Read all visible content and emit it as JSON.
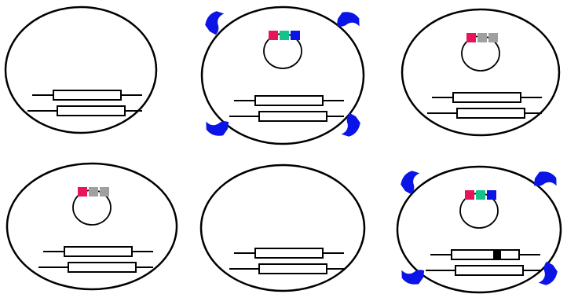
{
  "colors": {
    "outline": "#000000",
    "cell_fill": "#ffffff",
    "receptor": "#0a14e6",
    "marker_pink": "#e8145a",
    "marker_green": "#14c38c",
    "marker_blue": "#0a14e6",
    "marker_gray": "#a0a0a0",
    "mutation": "#000000"
  },
  "cells": [
    {
      "id": "top-left",
      "plasmid": null,
      "receptors": false,
      "chromosome_mutation": false
    },
    {
      "id": "top-middle",
      "plasmid": [
        "pink",
        "green",
        "blue"
      ],
      "receptors": true,
      "chromosome_mutation": false
    },
    {
      "id": "top-right",
      "plasmid": [
        "pink",
        "gray",
        "gray"
      ],
      "receptors": false,
      "chromosome_mutation": false
    },
    {
      "id": "bottom-left",
      "plasmid": [
        "pink",
        "gray",
        "gray"
      ],
      "receptors": false,
      "chromosome_mutation": false
    },
    {
      "id": "bottom-middle",
      "plasmid": null,
      "receptors": false,
      "chromosome_mutation": false
    },
    {
      "id": "bottom-right",
      "plasmid": [
        "pink",
        "green",
        "blue"
      ],
      "receptors": true,
      "chromosome_mutation": true
    }
  ],
  "icons": {
    "cell": "bacterial-cell-icon",
    "plasmid": "plasmid-icon",
    "receptor": "surface-receptor-icon",
    "chromosome": "chromosome-icon"
  }
}
